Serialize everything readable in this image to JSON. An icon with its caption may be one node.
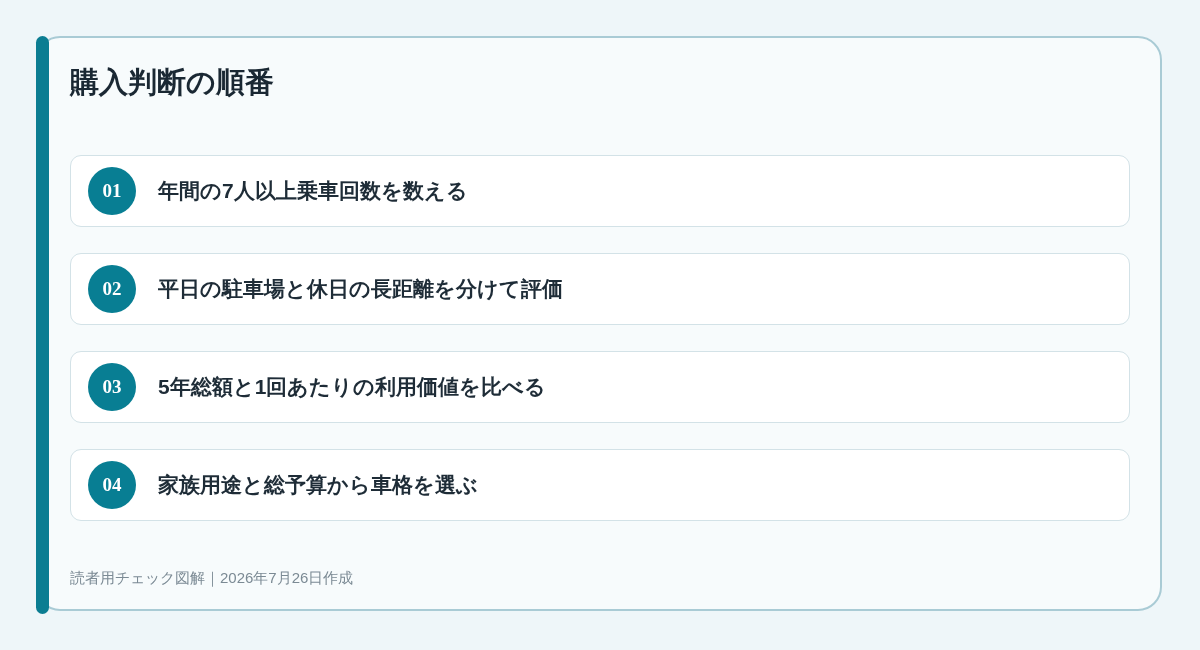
{
  "diagram": {
    "title": "購入判断の順番",
    "caption": "読者用チェック図解｜2026年7月26日作成",
    "nodes": [
      {
        "text": [
          "年間の7人以上乗車回数を数える"
        ]
      },
      {
        "text": [
          "01"
        ],
        "in": 0
      },
      {
        "text": [
          "平日の駐車場と休日の長距離を分けて評価"
        ]
      },
      {
        "text": [
          "02"
        ],
        "in": 2
      },
      {
        "text": [
          "5年総額と1回あたりの利用価値を比べる"
        ]
      },
      {
        "text": [
          "03"
        ],
        "in": 4
      },
      {
        "text": [
          "家族用途と総予算から車格を選ぶ"
        ]
      },
      {
        "text": [
          "04"
        ],
        "in": 6
      }
    ]
  }
}
